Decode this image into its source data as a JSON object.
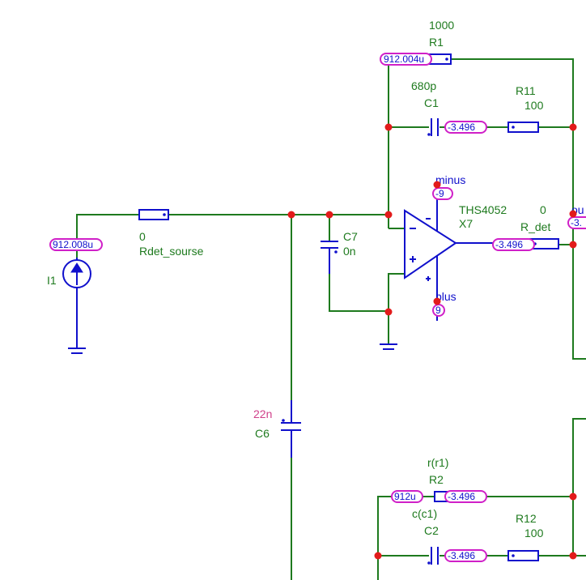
{
  "components": {
    "r1": {
      "value": "1000",
      "name": "R1"
    },
    "c1": {
      "value": "680p",
      "name": "C1"
    },
    "r11": {
      "name": "R11",
      "value": "100"
    },
    "r_det": {
      "name": "R_det",
      "value": "0"
    },
    "op_amp": {
      "model": "THS4052",
      "name": "X7"
    },
    "r_det_source": {
      "value": "0",
      "name": "Rdet_sourse"
    },
    "c7": {
      "name": "C7",
      "value": "0n"
    },
    "i1": {
      "name": "I1"
    },
    "c6": {
      "value": "22n",
      "name": "C6"
    },
    "r2": {
      "value": "r(r1)",
      "name": "R2"
    },
    "c2": {
      "value": "c(c1)",
      "name": "C2"
    },
    "r12": {
      "name": "R12",
      "value": "100"
    }
  },
  "nets": {
    "minus": "minus",
    "plus": "plus",
    "out_partial": "ou"
  },
  "probes": {
    "r1_current": "912.004u",
    "c1_voltage": "-3.496",
    "minus_voltage": "-9",
    "plus_voltage": "9",
    "opamp_out": "-3.496",
    "i1_current": "912.008u",
    "out_partial": "-3.",
    "r2_current": "912u",
    "r2_voltage": "-3.496",
    "c2_voltage": "-3.496"
  }
}
